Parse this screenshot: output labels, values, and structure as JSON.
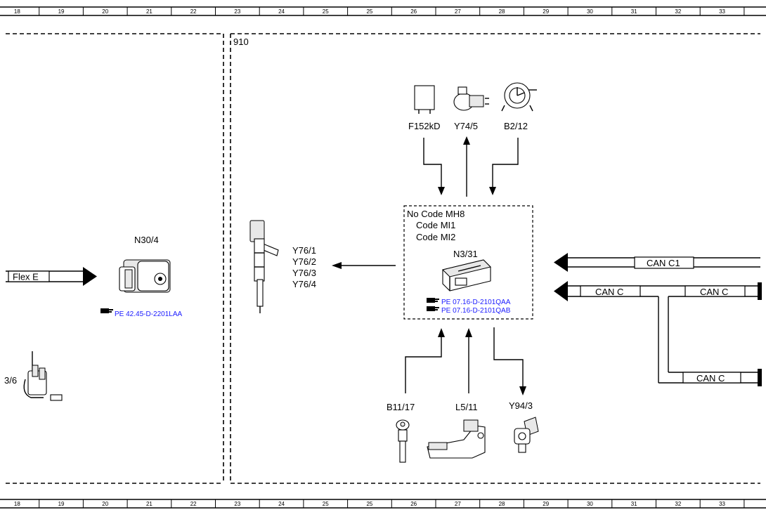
{
  "ruler_top": [
    "18",
    "19",
    "20",
    "21",
    "22",
    "23",
    "24",
    "25",
    "25",
    "26",
    "27",
    "28",
    "29",
    "30",
    "31",
    "32",
    "33"
  ],
  "ruler_bottom": [
    "18",
    "19",
    "20",
    "21",
    "22",
    "23",
    "24",
    "25",
    "25",
    "26",
    "27",
    "28",
    "29",
    "30",
    "31",
    "32",
    "33"
  ],
  "section_label": "910",
  "left_panel": {
    "flex_label": "Flex E",
    "module_label": "N30/4",
    "module_ref": "PE 42.45-D-2201LAA",
    "partial_label": "3/6"
  },
  "top_components": [
    {
      "label": "F152kD"
    },
    {
      "label": "Y74/5"
    },
    {
      "label": "B2/12"
    }
  ],
  "injector_labels": [
    "Y76/1",
    "Y76/2",
    "Y76/3",
    "Y76/4"
  ],
  "ecu": {
    "lines": [
      "No Code MH8",
      "Code MI1",
      "Code MI2"
    ],
    "label": "N3/31",
    "refs": [
      "PE 07.16-D-2101QAA",
      "PE 07.16-D-2101QAB"
    ]
  },
  "bottom_components": [
    {
      "label": "B11/17"
    },
    {
      "label": "L5/11"
    },
    {
      "label": "Y94/3"
    }
  ],
  "can": {
    "c1": "CAN C1",
    "c_left": "CAN C",
    "c_right": "CAN C",
    "c_lower": "CAN C"
  },
  "icons": [
    "pointing-hand-icon"
  ]
}
